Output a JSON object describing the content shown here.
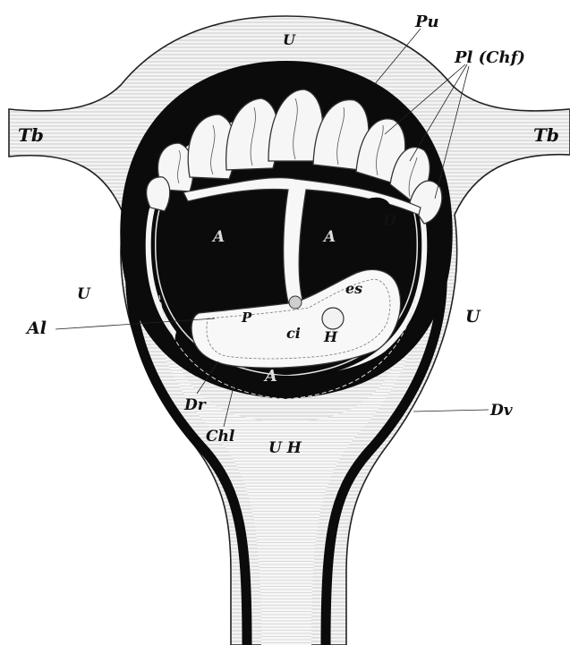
{
  "labels": {
    "pu": "Pu",
    "pl_chf": "Pl (Chf)",
    "u_top": "U",
    "tb_left": "Tb",
    "tb_right": "Tb",
    "d": "D",
    "a_left": "A",
    "a_right": "A",
    "a_bottom": "A",
    "u_left": "U",
    "u_right": "U",
    "es": "es",
    "al": "Al",
    "p": "P",
    "ci": "ci",
    "h": "H",
    "dr": "Dr",
    "dv": "Dv",
    "chl": "Chl",
    "uh": "U H"
  },
  "colors": {
    "tissue_fill": "#f3f3f3",
    "hatch": "#b9b9b9",
    "black_layer": "#0b0b0b",
    "embryo_fill": "#fafafa",
    "outline": "#1a1a1a"
  }
}
